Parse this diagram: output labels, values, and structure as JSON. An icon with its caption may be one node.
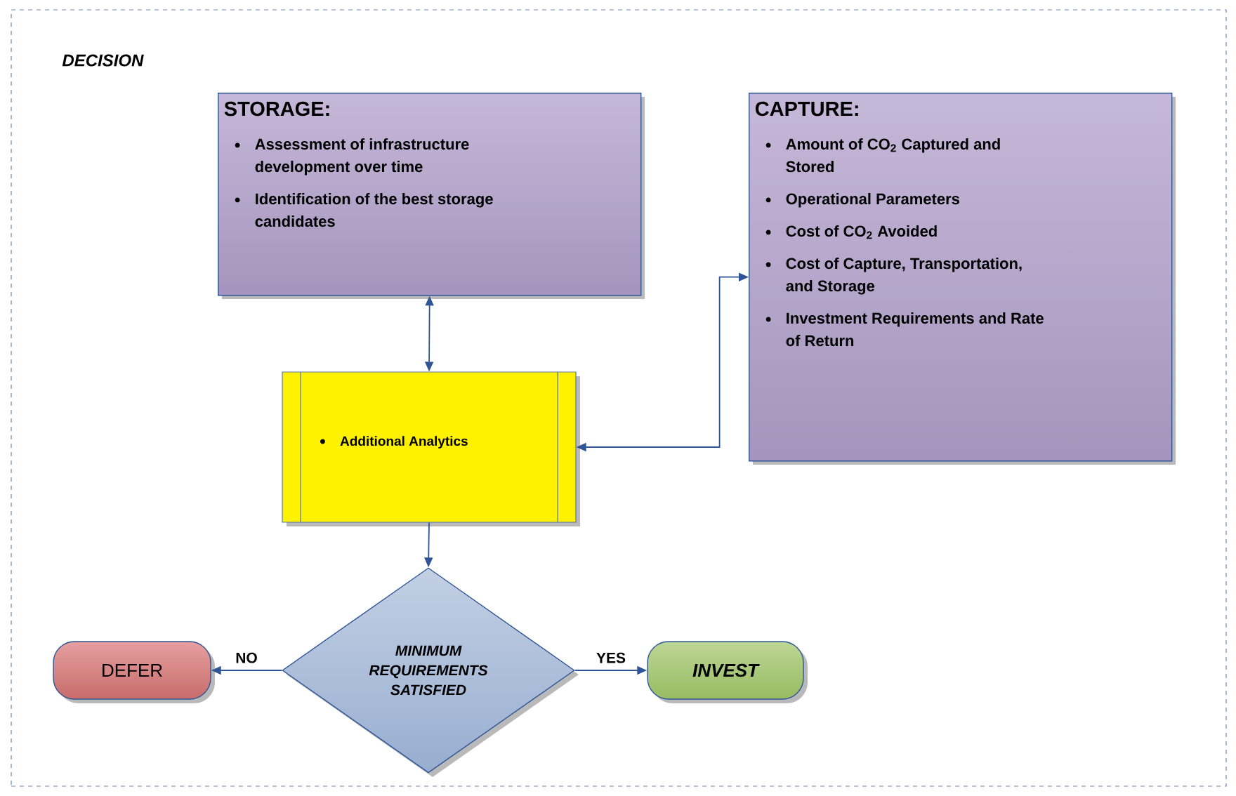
{
  "diagram": {
    "nodes": [
      {
        "text": [
          "DECISION"
        ]
      },
      {
        "text": [
          "STORAGE:",
          "Assessment of infrastructure development over time",
          "Identification of the best storage candidates"
        ],
        "in": 0
      },
      {
        "text": [
          "CAPTURE:",
          "Amount of CO$_{2}$ Captured and Stored",
          "Operational Parameters",
          "Cost of CO$_{2}$ Avoided",
          "Cost of Capture, Transportation, and Storage",
          "Investment Requirements and Rate of Return"
        ],
        "in": 0
      },
      {
        "text": [
          "Additional Analytics"
        ],
        "in": 0
      },
      {
        "text": [
          "MINIMUM REQUIREMENTS SATISFIED"
        ],
        "in": 0
      },
      {
        "text": [
          "DEFER"
        ],
        "in": 0
      },
      {
        "text": [
          "INVEST"
        ],
        "in": 0
      }
    ],
    "edges": [
      {
        "from": 1,
        "to": 3,
        "arrow": "both"
      },
      {
        "from": 3,
        "to": 2,
        "arrow": "both"
      },
      {
        "from": 3,
        "to": 4,
        "arrow": "to"
      },
      {
        "from": 4,
        "to": 5,
        "arrow": "to",
        "label": "NO"
      },
      {
        "from": 4,
        "to": 6,
        "arrow": "to",
        "label": "YES"
      }
    ]
  }
}
